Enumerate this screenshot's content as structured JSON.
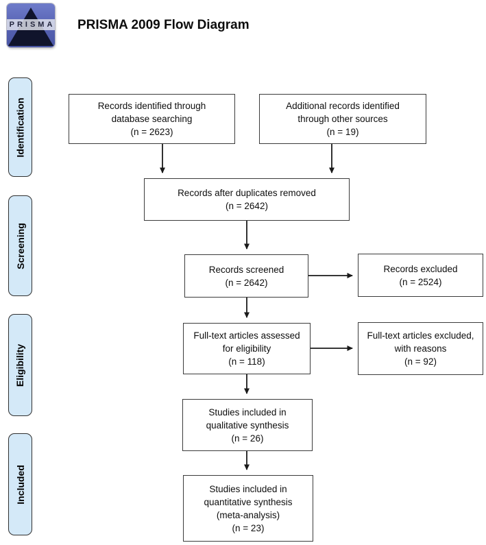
{
  "header": {
    "logo_text": "PRISMA",
    "title": "PRISMA 2009 Flow Diagram"
  },
  "phases": {
    "identification": "Identification",
    "screening": "Screening",
    "eligibility": "Eligibility",
    "included": "Included"
  },
  "boxes": {
    "records_identified": {
      "lines": [
        "Records identified through",
        "database searching",
        "(n = 2623)"
      ]
    },
    "additional_records": {
      "lines": [
        "Additional records identified",
        "through other sources",
        "(n = 19)"
      ]
    },
    "after_duplicates": {
      "lines": [
        "Records after duplicates removed",
        "(n = 2642)"
      ]
    },
    "records_screened": {
      "lines": [
        "Records screened",
        "(n = 2642)"
      ]
    },
    "records_excluded": {
      "lines": [
        "Records excluded",
        "(n = 2524)"
      ]
    },
    "fulltext_assessed": {
      "lines": [
        "Full-text articles assessed",
        "for eligibility",
        "(n = 118)"
      ]
    },
    "fulltext_excluded": {
      "lines": [
        "Full-text articles excluded,",
        "with reasons",
        "(n = 92)"
      ]
    },
    "qualitative_synthesis": {
      "lines": [
        "Studies included in",
        "qualitative synthesis",
        "(n = 26)"
      ]
    },
    "quantitative_synthesis": {
      "lines": [
        "Studies included in",
        "quantitative synthesis",
        "(meta-analysis)",
        "(n = 23)"
      ]
    }
  },
  "colors": {
    "phase_fill": "#d4e9f8",
    "box_border": "#3a3a3a",
    "arrow": "#1a1a1a",
    "logo_blue": "#5561b2",
    "logo_pyramid": "#10142c"
  }
}
